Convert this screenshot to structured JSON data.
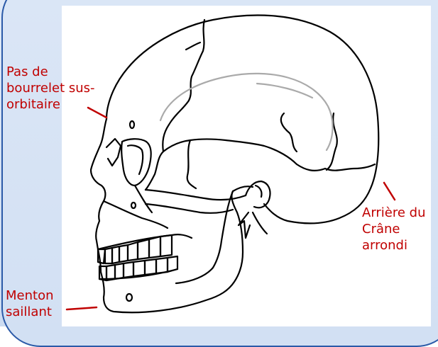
{
  "labels": {
    "brow_ridge": "Pas de\nbourrelet sus-\norbitaire",
    "back_of_skull": "Arrière du\nCrâne\narrondi",
    "chin": "Menton\nsaillant"
  },
  "colors": {
    "label_text": "#c00000",
    "pointer_lines": "#c00000",
    "frame_border": "#2b5aa8",
    "skull_outline": "#000000",
    "temporal_lines": "#aaaaaa"
  }
}
